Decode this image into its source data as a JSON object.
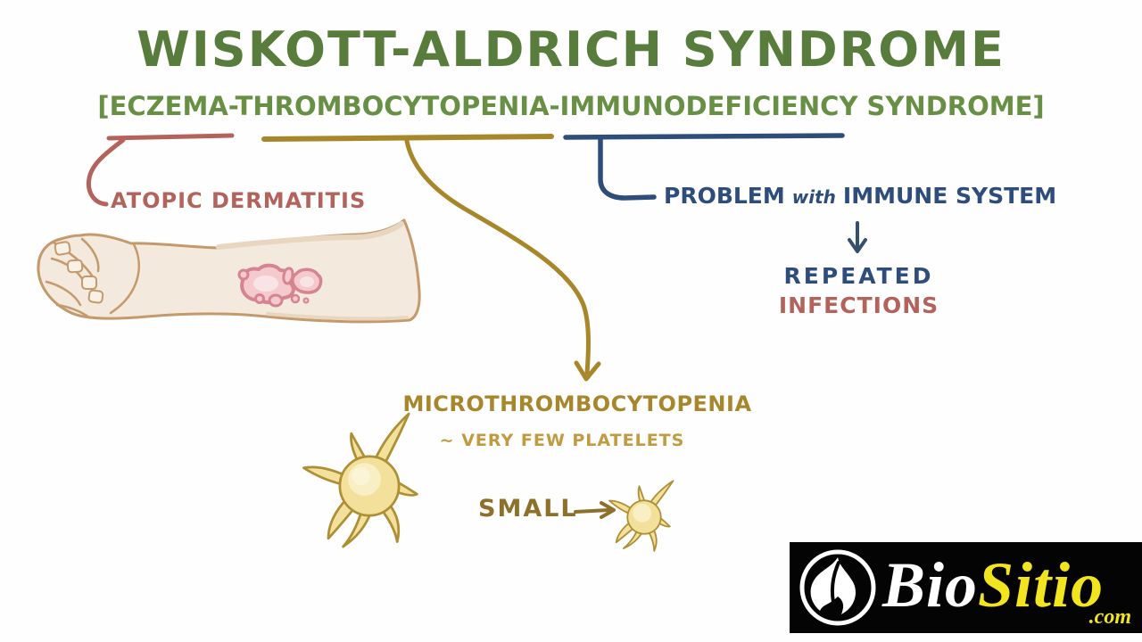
{
  "title": "WISKOTT-ALDRICH SYNDROME",
  "subtitle": "[ECZEMA-THROMBOCYTOPENIA-IMMUNODEFICIENCY SYNDROME]",
  "annotations": {
    "atopic_dermatitis": "ATOPIC DERMATITIS",
    "problem_pre": "PROBLEM",
    "problem_with": "with",
    "problem_post": "IMMUNE SYSTEM",
    "repeated": "REPEATED",
    "infections": "INFECTIONS",
    "microthrombocytopenia": "MICROTHROMBOCYTOPENIA",
    "very_few_platelets": "~ VERY FEW PLATELETS",
    "small": "SMALL"
  },
  "logo": {
    "bio": "Bio",
    "sitio": "Sitio",
    "com": ".com"
  },
  "icons": {
    "down_arrow": "↓",
    "right_arrow": "→",
    "flame": "flame-leaf brand mark in white circle",
    "arm": "clenched fist and forearm with pink eczema patches",
    "platelet": "spiky activated platelet cell, one large and one small"
  },
  "colors": {
    "title_green": "#587c3c",
    "subtitle_green": "#679044",
    "rose_red": "#b4635c",
    "gold": "#a8872b",
    "gold_light": "#c19b40",
    "brown_gold": "#8d702a",
    "blue": "#2e4d7b",
    "navy_arrow": "#35506e",
    "skin": "#f3e9dc",
    "skin_outline": "#c49a6d",
    "eczema_pink": "#d5858f",
    "platelet_yellow": "#f3e09b",
    "platelet_outline": "#ad8f36",
    "logo_yellow": "#f2e41e",
    "logo_background": "#040404",
    "background": "#fefefe"
  }
}
